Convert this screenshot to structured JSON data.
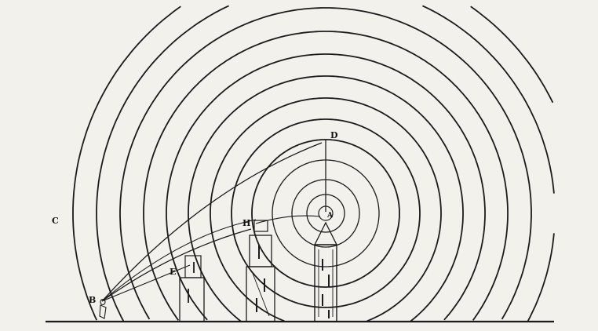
{
  "diagram": {
    "labels": {
      "a": "A",
      "b": "B",
      "c": "C",
      "d": "D",
      "e": "E",
      "h": "H"
    },
    "ink_color": "#1b1b1b",
    "paper_color": "#f2f1ec"
  }
}
